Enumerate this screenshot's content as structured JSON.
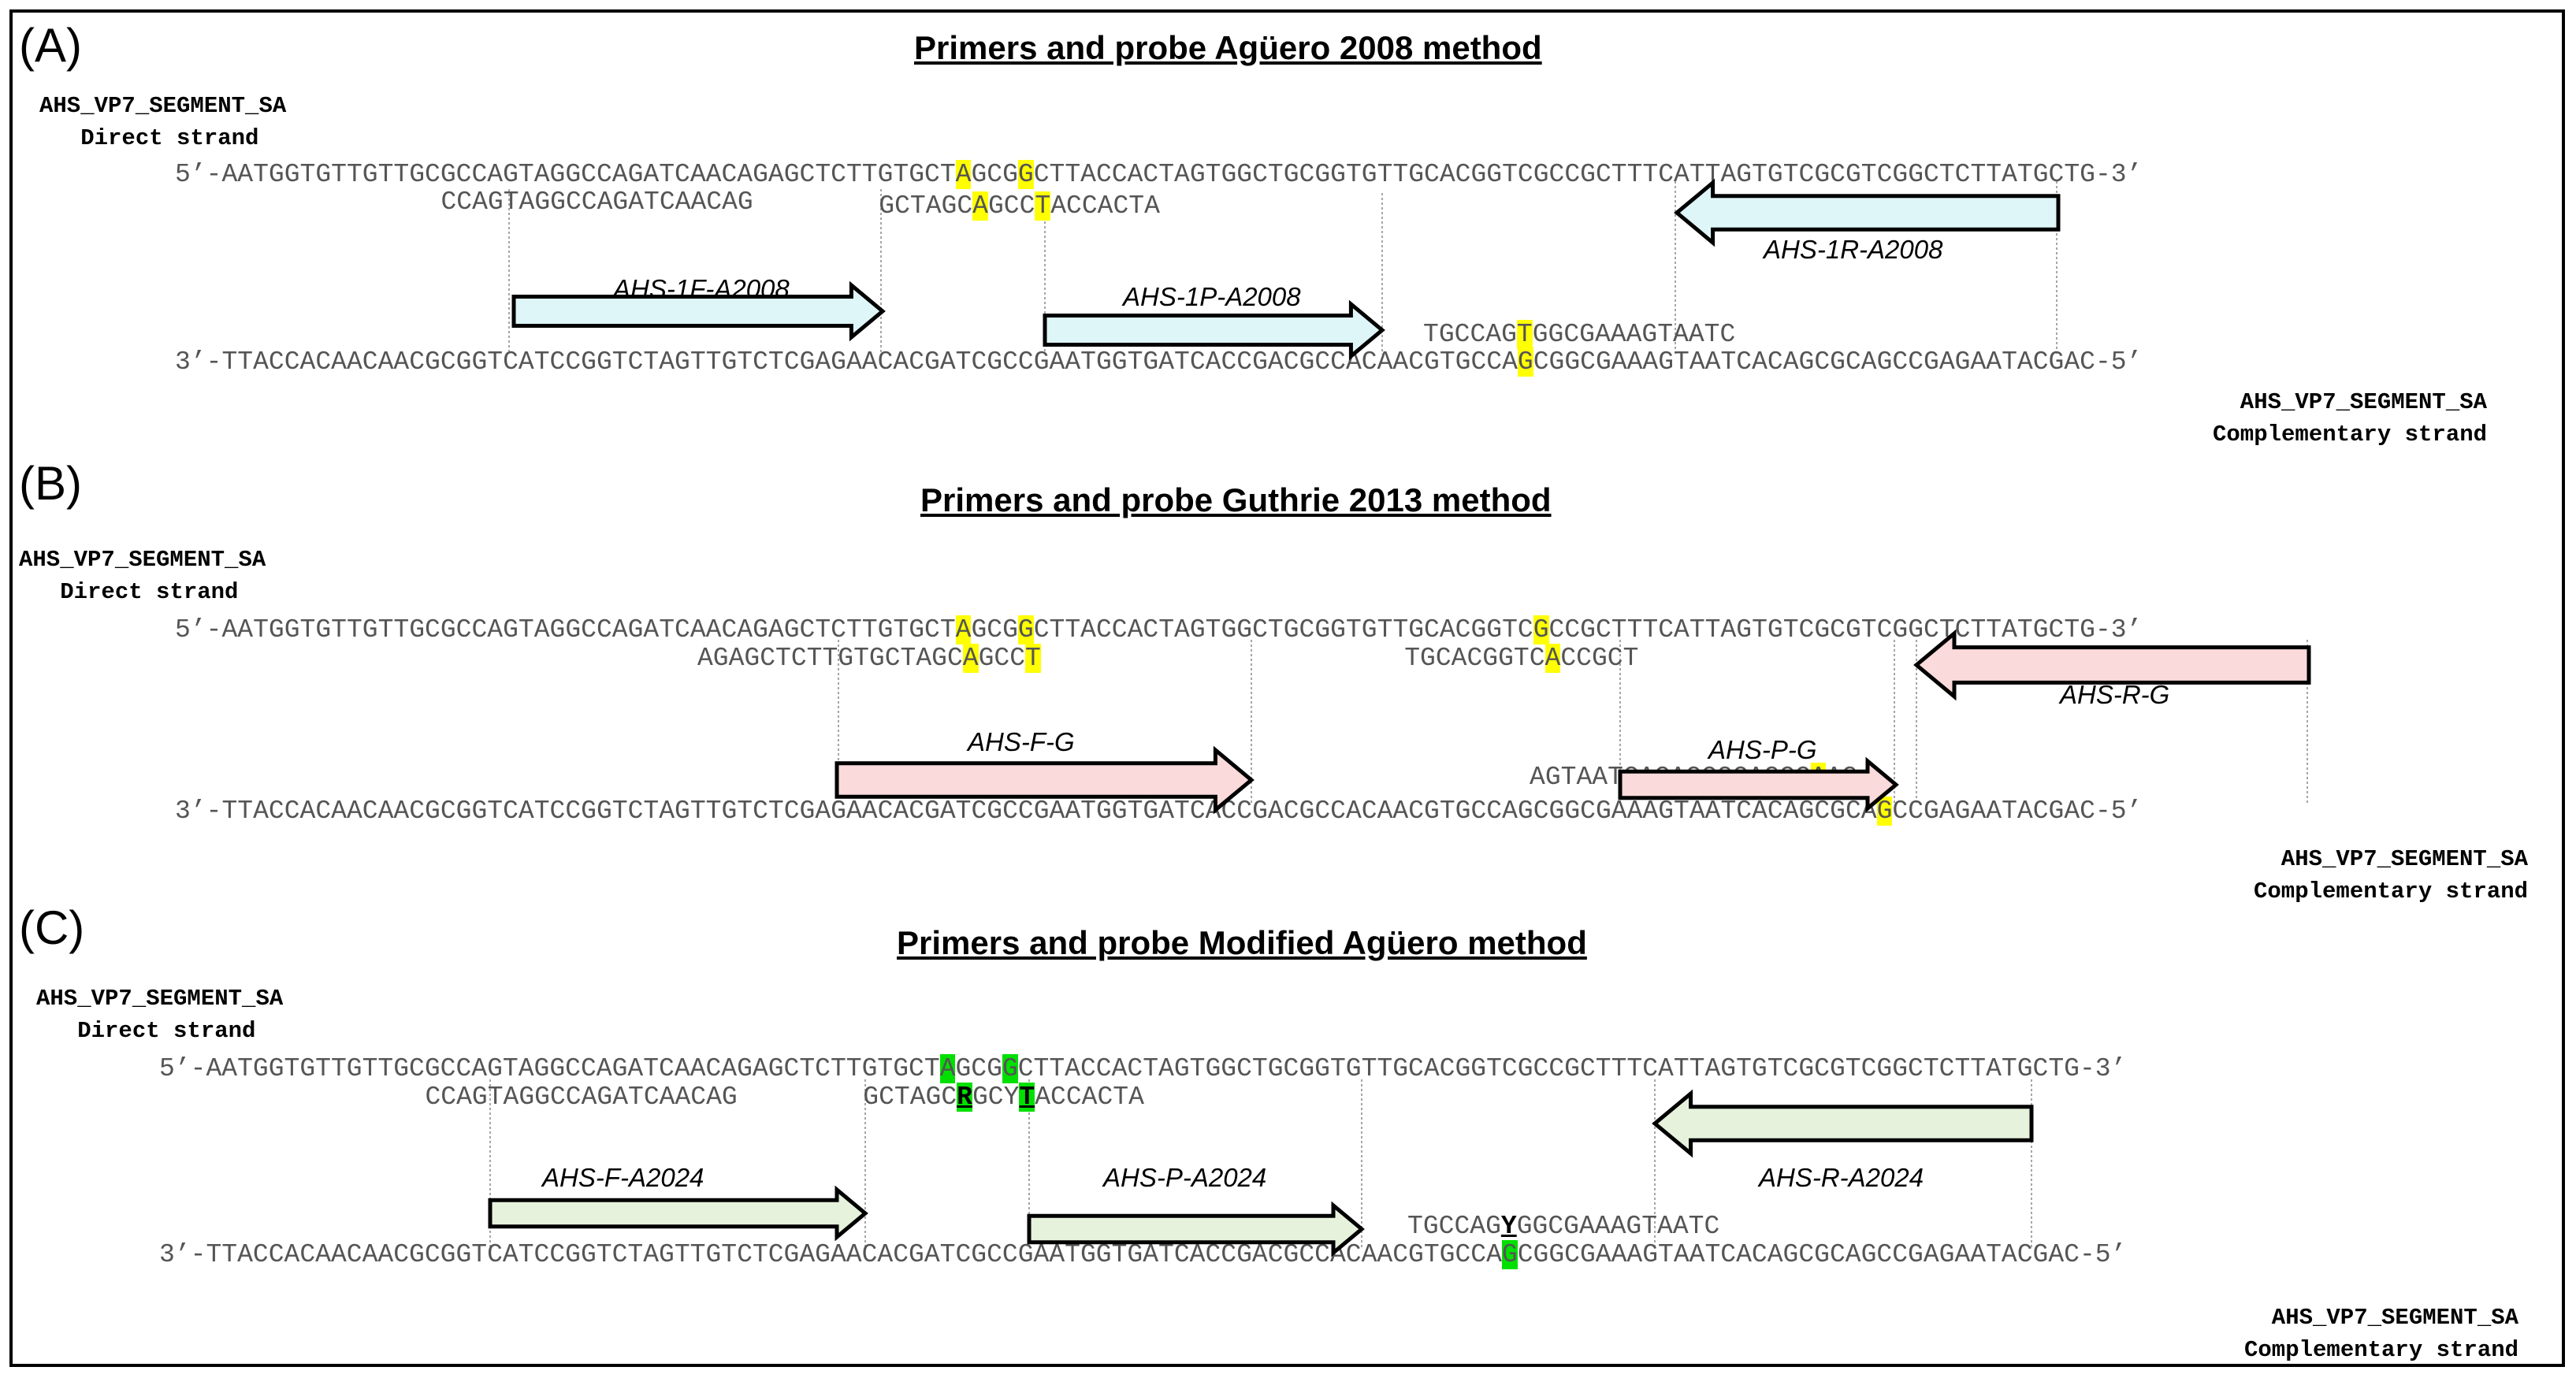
{
  "colors": {
    "highlight_yellow": "#ffff00",
    "highlight_green": "#00e000",
    "primer_blue": "#dff6f9",
    "primer_pink": "#fadada",
    "primer_green": "#e6f2dc",
    "sequence_text": "#555555"
  },
  "panels": [
    {
      "label": "(A)",
      "title": "Primers and probe Agüero 2008 method",
      "direct_name": "AHS_VP7_SEGMENT_SA",
      "direct_sub": "Direct strand",
      "comp_name": "AHS_VP7_SEGMENT_SA",
      "comp_sub": "Complementary strand",
      "top_seq": "5’-AATGGTGTTGTTGCGCCAGTAGGCCAGATCAACAGAGCTCTTGTGCTAGCGGCTTACCACTAGTGGCTGCGGTGTTGCACGGTCGCCGCTTTCATTAGTGTCGCGTCGGCTCTTATGCTG-3’",
      "bottom_seq": "3’-TTACCACAACAACGCGGTCATCCGGTCTAGTTGTCTCGAGAACACGATCGCCGAATGGTGATCACCGACGCCACAACGTGCCAGCGGCGAAAGTAATCACAGCGCAGCCGAGAATACGAC-5’",
      "oligos": [
        {
          "text": "CCAGTAGGCCAGATCAACAG",
          "name": "AHS-1F-A2008",
          "direction": "forward"
        },
        {
          "text": "GCTAGCAGCCTACCACTA",
          "name": "AHS-1P-A2008",
          "direction": "forward"
        },
        {
          "text": "TGCCAGTGGCGAAAGTAATC",
          "name": "AHS-1R-A2008",
          "direction": "reverse"
        }
      ]
    },
    {
      "label": "(B)",
      "title": "Primers and probe Guthrie 2013 method",
      "direct_name": "AHS_VP7_SEGMENT_SA",
      "direct_sub": "Direct strand",
      "comp_name": "AHS_VP7_SEGMENT_SA",
      "comp_sub": "Complementary strand",
      "top_seq": "5’-AATGGTGTTGTTGCGCCAGTAGGCCAGATCAACAGAGCTCTTGTGCTAGCGGCTTACCACTAGTGGCTGCGGTGTTGCACGGTCGCCGCTTTCATTAGTGTCGCGTCGGCTCTTATGCTG-3’",
      "bottom_seq": "3’-TTACCACAACAACGCGGTCATCCGGTCTAGTTGTCTCGAGAACACGATCGCCGAATGGTGATCACCGACGCCACAACGTGCCAGCGGCGAAAGTAATCACAGCGCAGCCGAGAATACGAC-5’",
      "oligos": [
        {
          "text": "AGAGCTCTTGTGCTAGCAGCCT",
          "name": "AHS-F-G",
          "direction": "forward"
        },
        {
          "text": "TGCACGGTCACCGCT",
          "name": "AHS-P-G",
          "direction": "forward"
        },
        {
          "text": "AGTAATCACAGCGCAGCCAAG",
          "name": "AHS-R-G",
          "direction": "reverse"
        }
      ]
    },
    {
      "label": "(C)",
      "title": "Primers and probe Modified Agüero method",
      "direct_name": "AHS_VP7_SEGMENT_SA",
      "direct_sub": "Direct strand",
      "comp_name": "AHS_VP7_SEGMENT_SA",
      "comp_sub": "Complementary strand",
      "top_seq": "5’-AATGGTGTTGTTGCGCCAGTAGGCCAGATCAACAGAGCTCTTGTGCTAGCGGCTTACCACTAGTGGCTGCGGTGTTGCACGGTCGCCGCTTTCATTAGTGTCGCGTCGGCTCTTATGCTG-3’",
      "bottom_seq": "3’-TTACCACAACAACGCGGTCATCCGGTCTAGTTGTCTCGAGAACACGATCGCCGAATGGTGATCACCGACGCCACAACGTGCCAGCGGCGAAAGTAATCACAGCGCAGCCGAGAATACGAC-5’",
      "oligos": [
        {
          "text": "CCAGTAGGCCAGATCAACAG",
          "name": "AHS-F-A2024",
          "direction": "forward"
        },
        {
          "text": "GCTAGCRGCYTACCACTA",
          "name": "AHS-P-A2024",
          "direction": "forward"
        },
        {
          "text": "TGCCAGYGGCGAAAGTAATC",
          "name": "AHS-R-A2024",
          "direction": "reverse"
        }
      ]
    }
  ]
}
